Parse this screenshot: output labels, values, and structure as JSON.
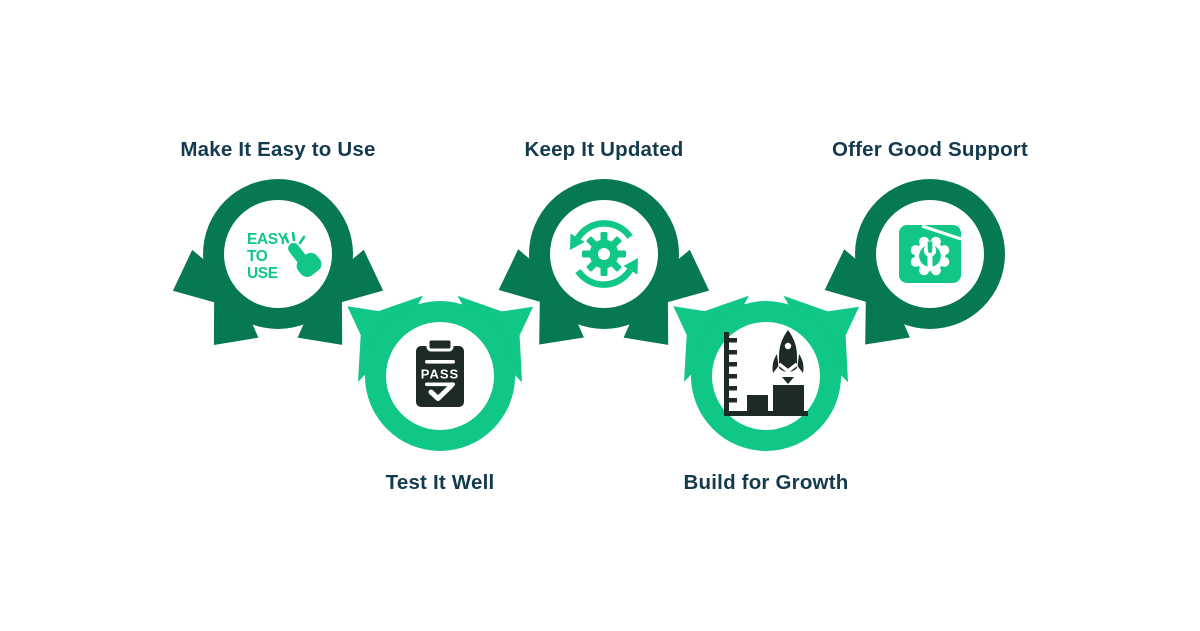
{
  "palette": {
    "dark_green": "#067852",
    "light_green": "#10C785",
    "label_color": "#143A4E",
    "icon_dark": "#1D2A25",
    "background": "#FFFFFF"
  },
  "nodes": [
    {
      "label": "Make It Easy to Use",
      "tone": "dark",
      "row": "top",
      "icon": "easy-to-use-click-icon",
      "icon_text_lines": [
        "EASY",
        "TO",
        "USE"
      ]
    },
    {
      "label": "Test It Well",
      "tone": "light",
      "row": "bottom",
      "icon": "pass-clipboard-icon",
      "icon_text": "PASS"
    },
    {
      "label": "Keep It Updated",
      "tone": "dark",
      "row": "top",
      "icon": "gear-refresh-icon"
    },
    {
      "label": "Build for Growth",
      "tone": "light",
      "row": "bottom",
      "icon": "rocket-growth-chart-icon"
    },
    {
      "label": "Offer Good Support",
      "tone": "dark",
      "row": "top",
      "icon": "folder-gear-wrench-icon"
    }
  ]
}
